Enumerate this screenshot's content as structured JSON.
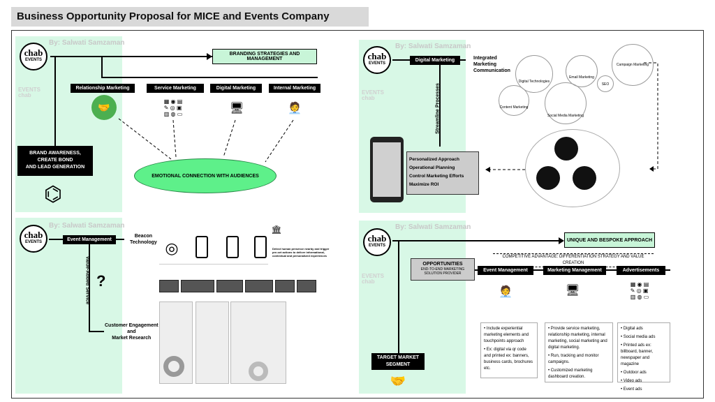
{
  "title": "Business Opportunity Proposal for MICE and Events Company",
  "author": "By: Salwati Samzaman",
  "logo": {
    "main": "chab",
    "sub": "EVENTS"
  },
  "q1": {
    "branding": "BRANDING STRATEGIES AND MANAGEMENT",
    "tabs": [
      "Relationship Marketing",
      "Service Marketing",
      "Digital Marketing",
      "Internal Marketing"
    ],
    "brand_awareness": [
      "BRAND AWARENESS,",
      "CREATE BOND",
      "AND LEAD GENERATION"
    ],
    "emotional": "EMOTIONAL CONNECTION WITH AUDIENCES"
  },
  "q2": {
    "digital_marketing": "Digital Marketing",
    "integrated": [
      "Integrated",
      "Marketing",
      "Communication"
    ],
    "streamline": "Streamline Processes",
    "items": [
      "Digital Technologies",
      "Email Marketing",
      "Campaign Marketing",
      "SEO",
      "Content Marketing",
      "Social Media Marketing"
    ],
    "benefits": [
      "Personalized Approach",
      "Operational Planning",
      "Control Marketing Efforts",
      "Maximize ROI"
    ]
  },
  "q3": {
    "event_management": "Event Management",
    "beacon": [
      "Beacon",
      "Technology"
    ],
    "value_added": "Value-Added Service",
    "customer": [
      "Customer Engagement",
      "and",
      "Market Research"
    ],
    "detect": "Detect human presence nearby and trigger pre-set actions to deliver informational, contextual and personalized experiences",
    "question": "?"
  },
  "q4": {
    "unique": "UNIQUE AND BESPOKE APPROACH",
    "competitive": "COMPETITIVE ADVANTAGE: DIFFERENTIATION STRATEGY AND VALUE CREATION",
    "opportunities": "OPPORTUNITIES",
    "opp_sub": [
      "END-TO-END MARKETING",
      "SOLUTION PROVIDER"
    ],
    "target": [
      "TARGET MARKET",
      "SEGMENT"
    ],
    "columns": [
      {
        "head": "Event Management",
        "items": [
          "Include experiential marketing elements and touchpoints approach",
          "Ex: digital via qr code and printed ex: banners, business cards, brochures etc."
        ]
      },
      {
        "head": "Marketing Management",
        "items": [
          "Provide service marketing, relationship marketing, internal marketing, social marketing and digital marketing.",
          "Run, tracking and monitor campaigns.",
          "Customized marketing dashboard creation."
        ]
      },
      {
        "head": "Advertisements",
        "items": [
          "Digital ads",
          "Social media ads",
          "Printed ads ex: billboard, banner, newspaper and magazine",
          "Outdoor ads",
          "Video ads",
          "Event ads"
        ]
      }
    ]
  }
}
